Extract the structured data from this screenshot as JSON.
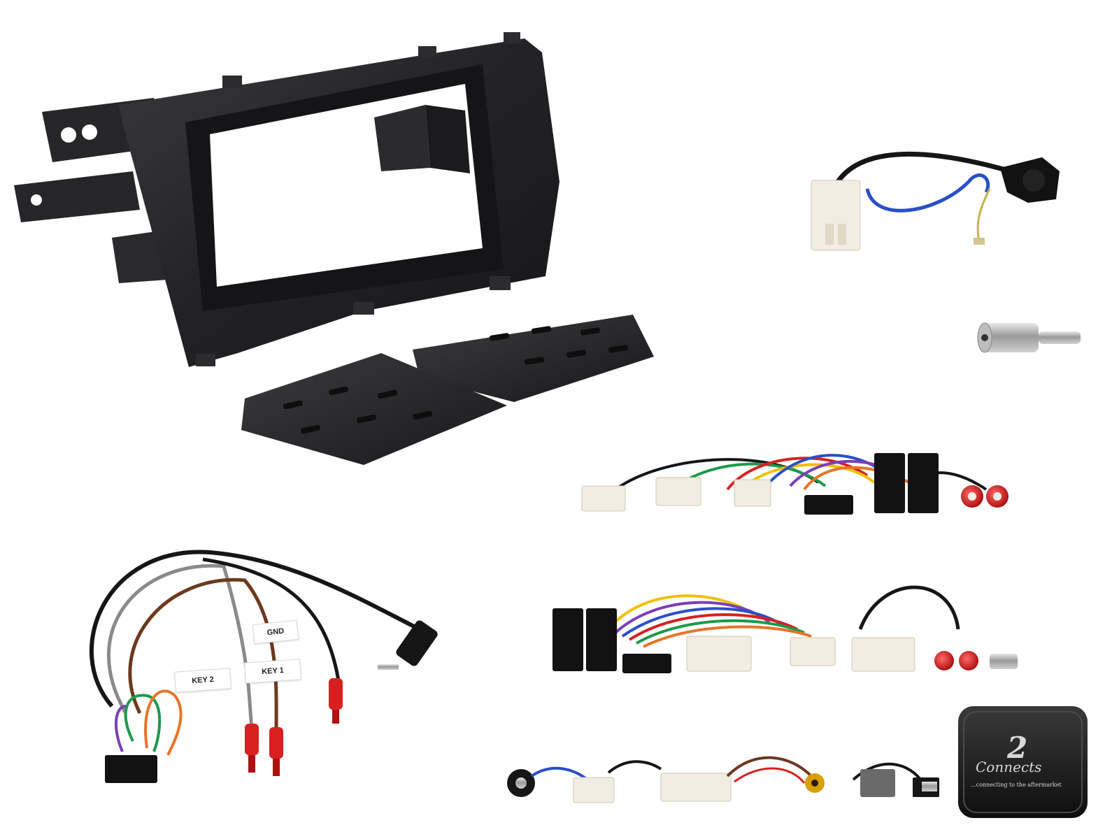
{
  "labels": {
    "gnd": "GND",
    "key1": "KEY 1",
    "key2": "KEY 2"
  },
  "logo": {
    "brand": "Connects",
    "digit": "2",
    "tagline": "...connecting to the aftermarket"
  },
  "colors": {
    "fascia": "#1f1f21",
    "plastic_white": "#f1ede2",
    "connector_black": "#121212",
    "wire_red": "#d82020",
    "wire_blue": "#2a4fc8",
    "wire_yellow": "#f0c000",
    "wire_green": "#1c9a4a",
    "wire_orange": "#e8742a",
    "wire_purple": "#7a3fb8",
    "wire_brown": "#6b3a1e",
    "wire_grey": "#8a8a8a"
  }
}
